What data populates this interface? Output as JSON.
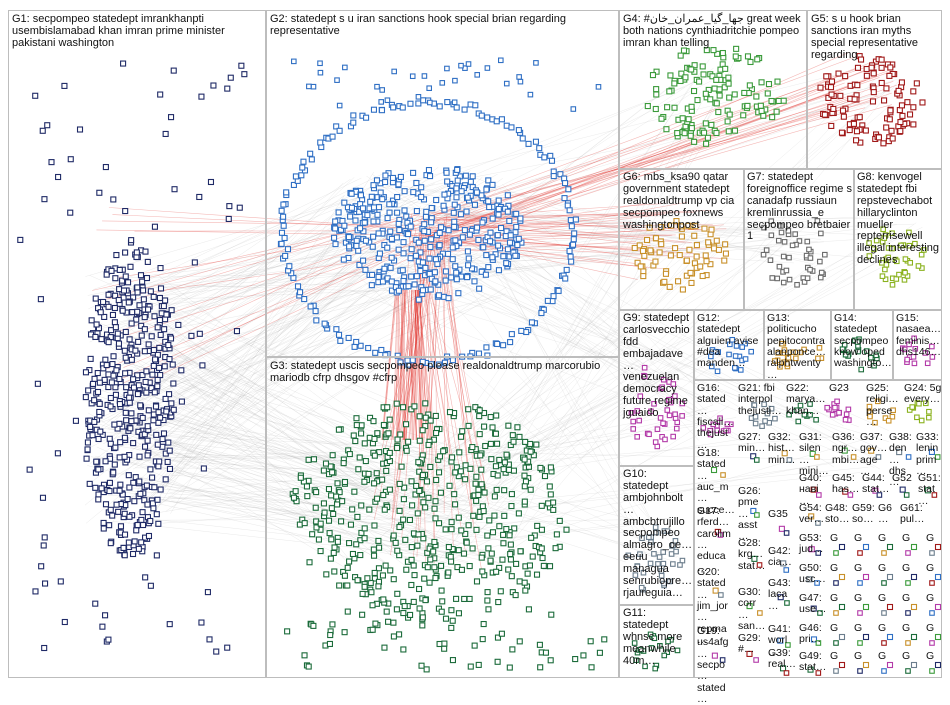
{
  "groups": {
    "G1": "G1: secpompeo statedept imrankhanpti usembislamabad khan imran prime minister pakistani washington",
    "G2": "G2: statedept s u iran sanctions hook special brian regarding representative",
    "G3": "G3: statedept uscis secpompeo please realdonaldtrump marcorubio mariodb cfrp dhsgov #cfrp",
    "G4": "G4: #جها_گیا_عمران_خان great week both nations cynthiadritchie pompeo imran khan telling",
    "G5": "G5: s u hook brian sanctions iran myths special representative regarding",
    "G6": "G6: mbs_ksa90 qatar government statedept realdonaldtrump vp cia secpompeo foxnews washingtonpost",
    "G7": "G7: statedept foreignoffice regime s canadafp russiaun kremlinrussia_e secpompeo bretbaier 1",
    "G8": "G8: kenvogel statedept fbi repstevechabot hillaryclinton mueller repterrisewell illegal interesting declines",
    "G9": "G9: statedept carlosvecchio fdd embajadave… venezuelan democracy future regime jguaido",
    "G10": "G10: statedept ambjohnbolt… ambcbtrujillo secpompeo almagro_oe… eeuu managua senrubiopre… rjaureguia…",
    "G11": "G11: statedept whnsc more meanwhile 40m…",
    "G12": "G12: statedept alguien avise #dea manden…",
    "G13": "G13: politicucho pepitocontra alanponce… ralphtwenty…",
    "G14": "G14: statedept secpompeo know oped washingto…",
    "G15": "G15: nasaea… feminis… dhs146…",
    "G16": "G16: stated… fiscali… thejust…",
    "G17": "G17: rferd… carolim… educa…",
    "G18": "G18: stated… auc_m… succe…",
    "G19": "G19: us4afg… secpo… stated…",
    "G20": "G20: stated… jim_jor… repma…",
    "G21": "G21: fbi interpol thejusti…",
    "G22": "G22: marya… khan…",
    "G23": "G23",
    "G24": "G24: 5g every…",
    "G25": "G25: religi… perse…",
    "G26": "G26: pme… asst…",
    "G27": "G27: min…",
    "G28": "G28: krg… stat…",
    "G29": "G29: #…",
    "G30": "G30: corr… san…",
    "G31": "G31: silen… mini…",
    "G32": "G32: hist… min…",
    "G33": "G33: lenin prim…",
    "G35": "G35",
    "G36": "G36: ngr… mbi…",
    "G37": "G37: gov… age…",
    "G38": "G38: den… dhs…",
    "G39": "G39: real…",
    "G40": "G40: навi…",
    "G41": "G41: worl…",
    "G42": "G42: cia…",
    "G43": "G43: laca…",
    "G44": "G44: stat…",
    "G45": "G45: has…",
    "G46": "G46: pri…",
    "G47": "G47: use…",
    "G48": "G48: sto…",
    "G49": "G49: stat…",
    "G50": "G50: usc…",
    "G51": "G51: stat…",
    "G52": "G52",
    "G53": "G53: jud…",
    "G54": "G54: ver…",
    "G59": "G59: so…",
    "G6b": "G6…",
    "G61": "G61: pul…",
    "G_small": "G"
  },
  "colors": {
    "g1": "#1f2a66",
    "g2": "#2f6fc4",
    "g3": "#1b6b3a",
    "g4": "#3a9a3a",
    "g5": "#a01818",
    "g6": "#c8902a",
    "g7": "#6a6a6a",
    "g8": "#8bb21f",
    "g9": "#b33aa8",
    "g10": "#6b7d8c",
    "edge_gray": "#9a9a9a",
    "edge_red": "#e0312b",
    "border": "#bdbdbd"
  }
}
